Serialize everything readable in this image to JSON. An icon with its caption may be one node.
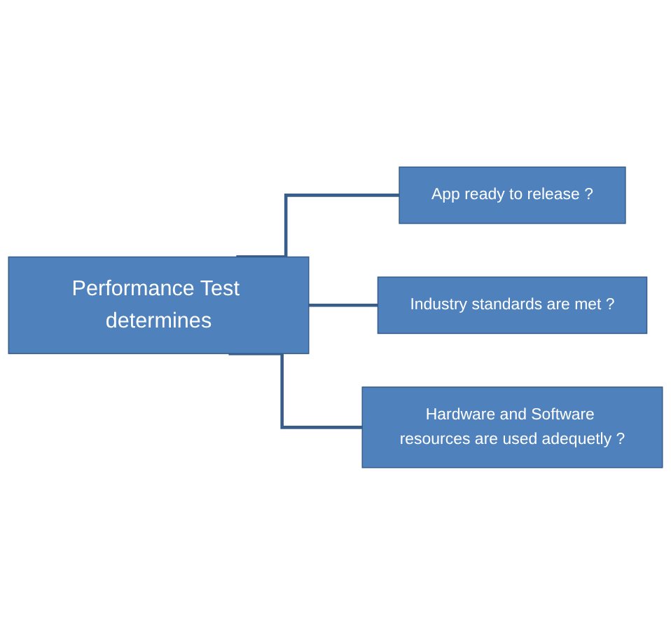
{
  "diagram": {
    "nodes": [
      {
        "text": [
          "Performance Test determines"
        ]
      },
      {
        "text": [
          "App ready to release ?"
        ]
      },
      {
        "text": [
          "Industry standards are met ?"
        ]
      },
      {
        "text": [
          "Hardware and Software resources are used adequetly ?"
        ]
      }
    ],
    "edges": [
      {
        "from": 0,
        "to": 1,
        "arrow": "none"
      },
      {
        "from": 0,
        "to": 2,
        "arrow": "none"
      },
      {
        "from": 0,
        "to": 3,
        "arrow": "none"
      }
    ]
  }
}
